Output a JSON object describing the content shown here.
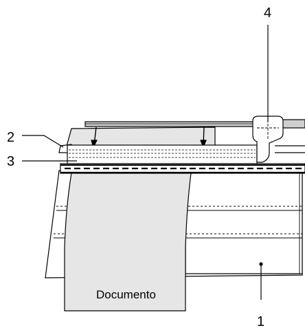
{
  "callouts": {
    "c1": "1",
    "c2": "2",
    "c3": "3",
    "c4": "4"
  },
  "document_label": "Documento",
  "colors": {
    "line": "#000000",
    "document_fill": "#e6e6e6",
    "sheet_fill": "#ffffff",
    "rail_fill": "#cfcfcf"
  }
}
